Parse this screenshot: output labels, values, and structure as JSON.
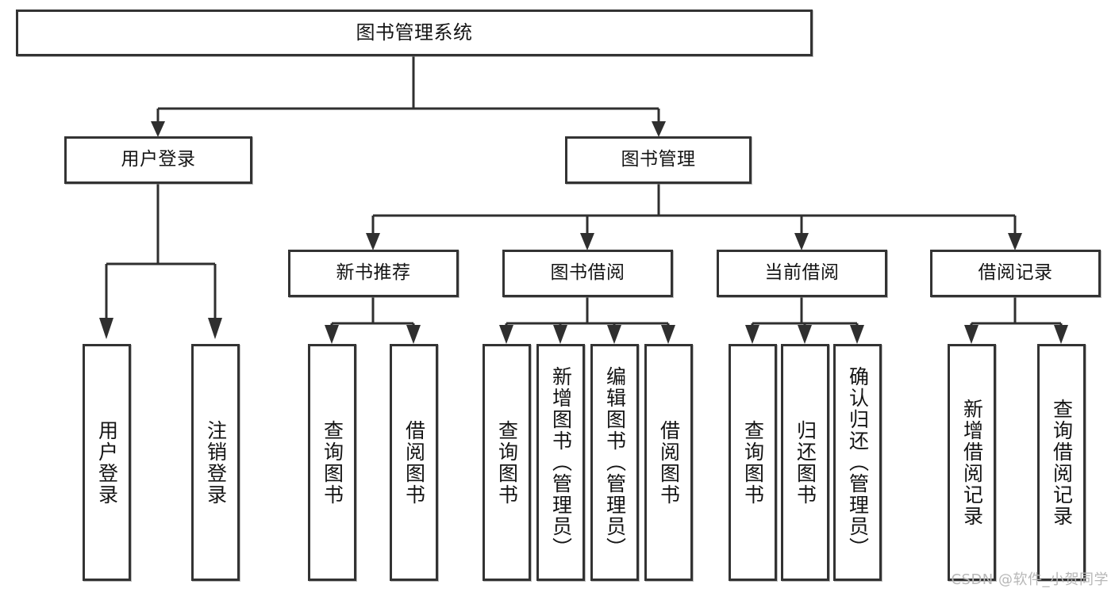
{
  "diagram": {
    "title": "图书管理系统",
    "watermark": "CSDN @软件_小贺同学",
    "type": "tree",
    "root": {
      "label": "图书管理系统"
    },
    "level1": [
      {
        "label": "用户登录"
      },
      {
        "label": "图书管理"
      }
    ],
    "level2": [
      {
        "label": "新书推荐"
      },
      {
        "label": "图书借阅"
      },
      {
        "label": "当前借阅"
      },
      {
        "label": "借阅记录"
      }
    ],
    "leaves": {
      "user_login": [
        {
          "label": "用户登录"
        },
        {
          "label": "注销登录"
        }
      ],
      "new_book_recommend": [
        {
          "label": "查询图书"
        },
        {
          "label": "借阅图书"
        }
      ],
      "book_borrow": [
        {
          "label": "查询图书"
        },
        {
          "label": "新增图书（管理员）"
        },
        {
          "label": "编辑图书（管理员）"
        },
        {
          "label": "借阅图书"
        }
      ],
      "current_borrow": [
        {
          "label": "查询图书"
        },
        {
          "label": "归还图书"
        },
        {
          "label": "确认归还（管理员）"
        }
      ],
      "borrow_record": [
        {
          "label": "新增借阅记录"
        },
        {
          "label": "查询借阅记录"
        }
      ]
    },
    "colors": {
      "box_border": "#333333",
      "connector": "#2f2f2f",
      "background": "#ffffff",
      "text": "#141414",
      "watermark": "#b7b7b7"
    }
  }
}
